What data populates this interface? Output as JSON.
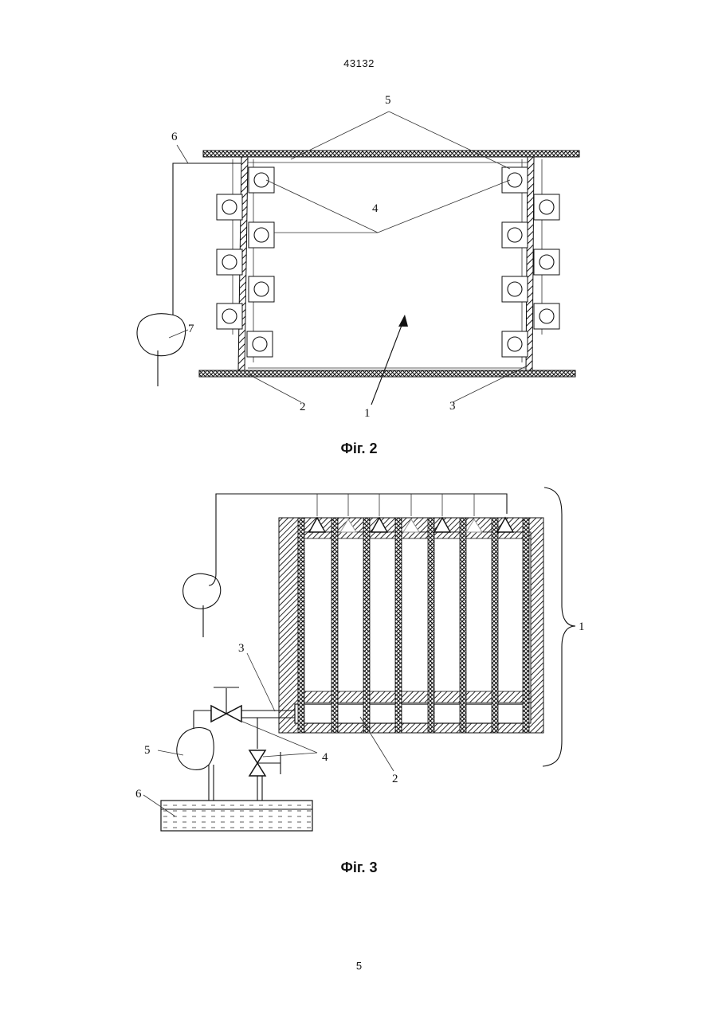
{
  "page": {
    "number_top": "43132",
    "number_bottom": "5"
  },
  "fig2": {
    "caption": "Фіг. 2",
    "labels": {
      "l1": "1",
      "l2": "2",
      "l3": "3",
      "l4": "4",
      "l5": "5",
      "l6": "6",
      "l7": "7"
    }
  },
  "fig3": {
    "caption": "Фіг. 3",
    "labels": {
      "l1": "1",
      "l2": "2",
      "l3": "3",
      "l4": "4",
      "l5": "5",
      "l6": "6"
    }
  }
}
